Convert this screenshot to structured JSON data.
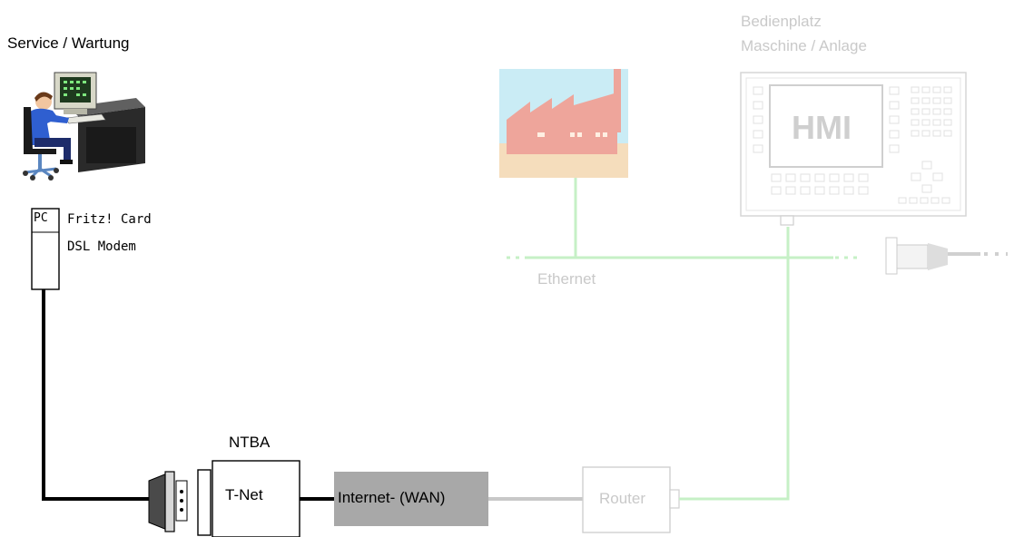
{
  "service": {
    "title": "Service / Wartung"
  },
  "pc": {
    "box_label": "PC",
    "card_label": "Fritz! Card",
    "modem_label": "DSL Modem"
  },
  "ntba": {
    "title": "NTBA",
    "box_label": "T-Net"
  },
  "internet": {
    "label": "Internet- (WAN)"
  },
  "router": {
    "label": "Router"
  },
  "ethernet": {
    "label": "Ethernet"
  },
  "operator_panel": {
    "title_line1": "Bedienplatz",
    "title_line2": "Maschine / Anlage",
    "screen_label": "HMI"
  },
  "colors": {
    "cable_black": "#000000",
    "cable_gray": "#c8c8c8",
    "ethernet_green": "#c6f0c6",
    "faded_text": "#c9c9c9",
    "wan_fill": "#a8a8a8"
  },
  "icons": [
    "workstation-icon",
    "factory-icon",
    "db-connector-icon",
    "hmi-panel-icon"
  ]
}
